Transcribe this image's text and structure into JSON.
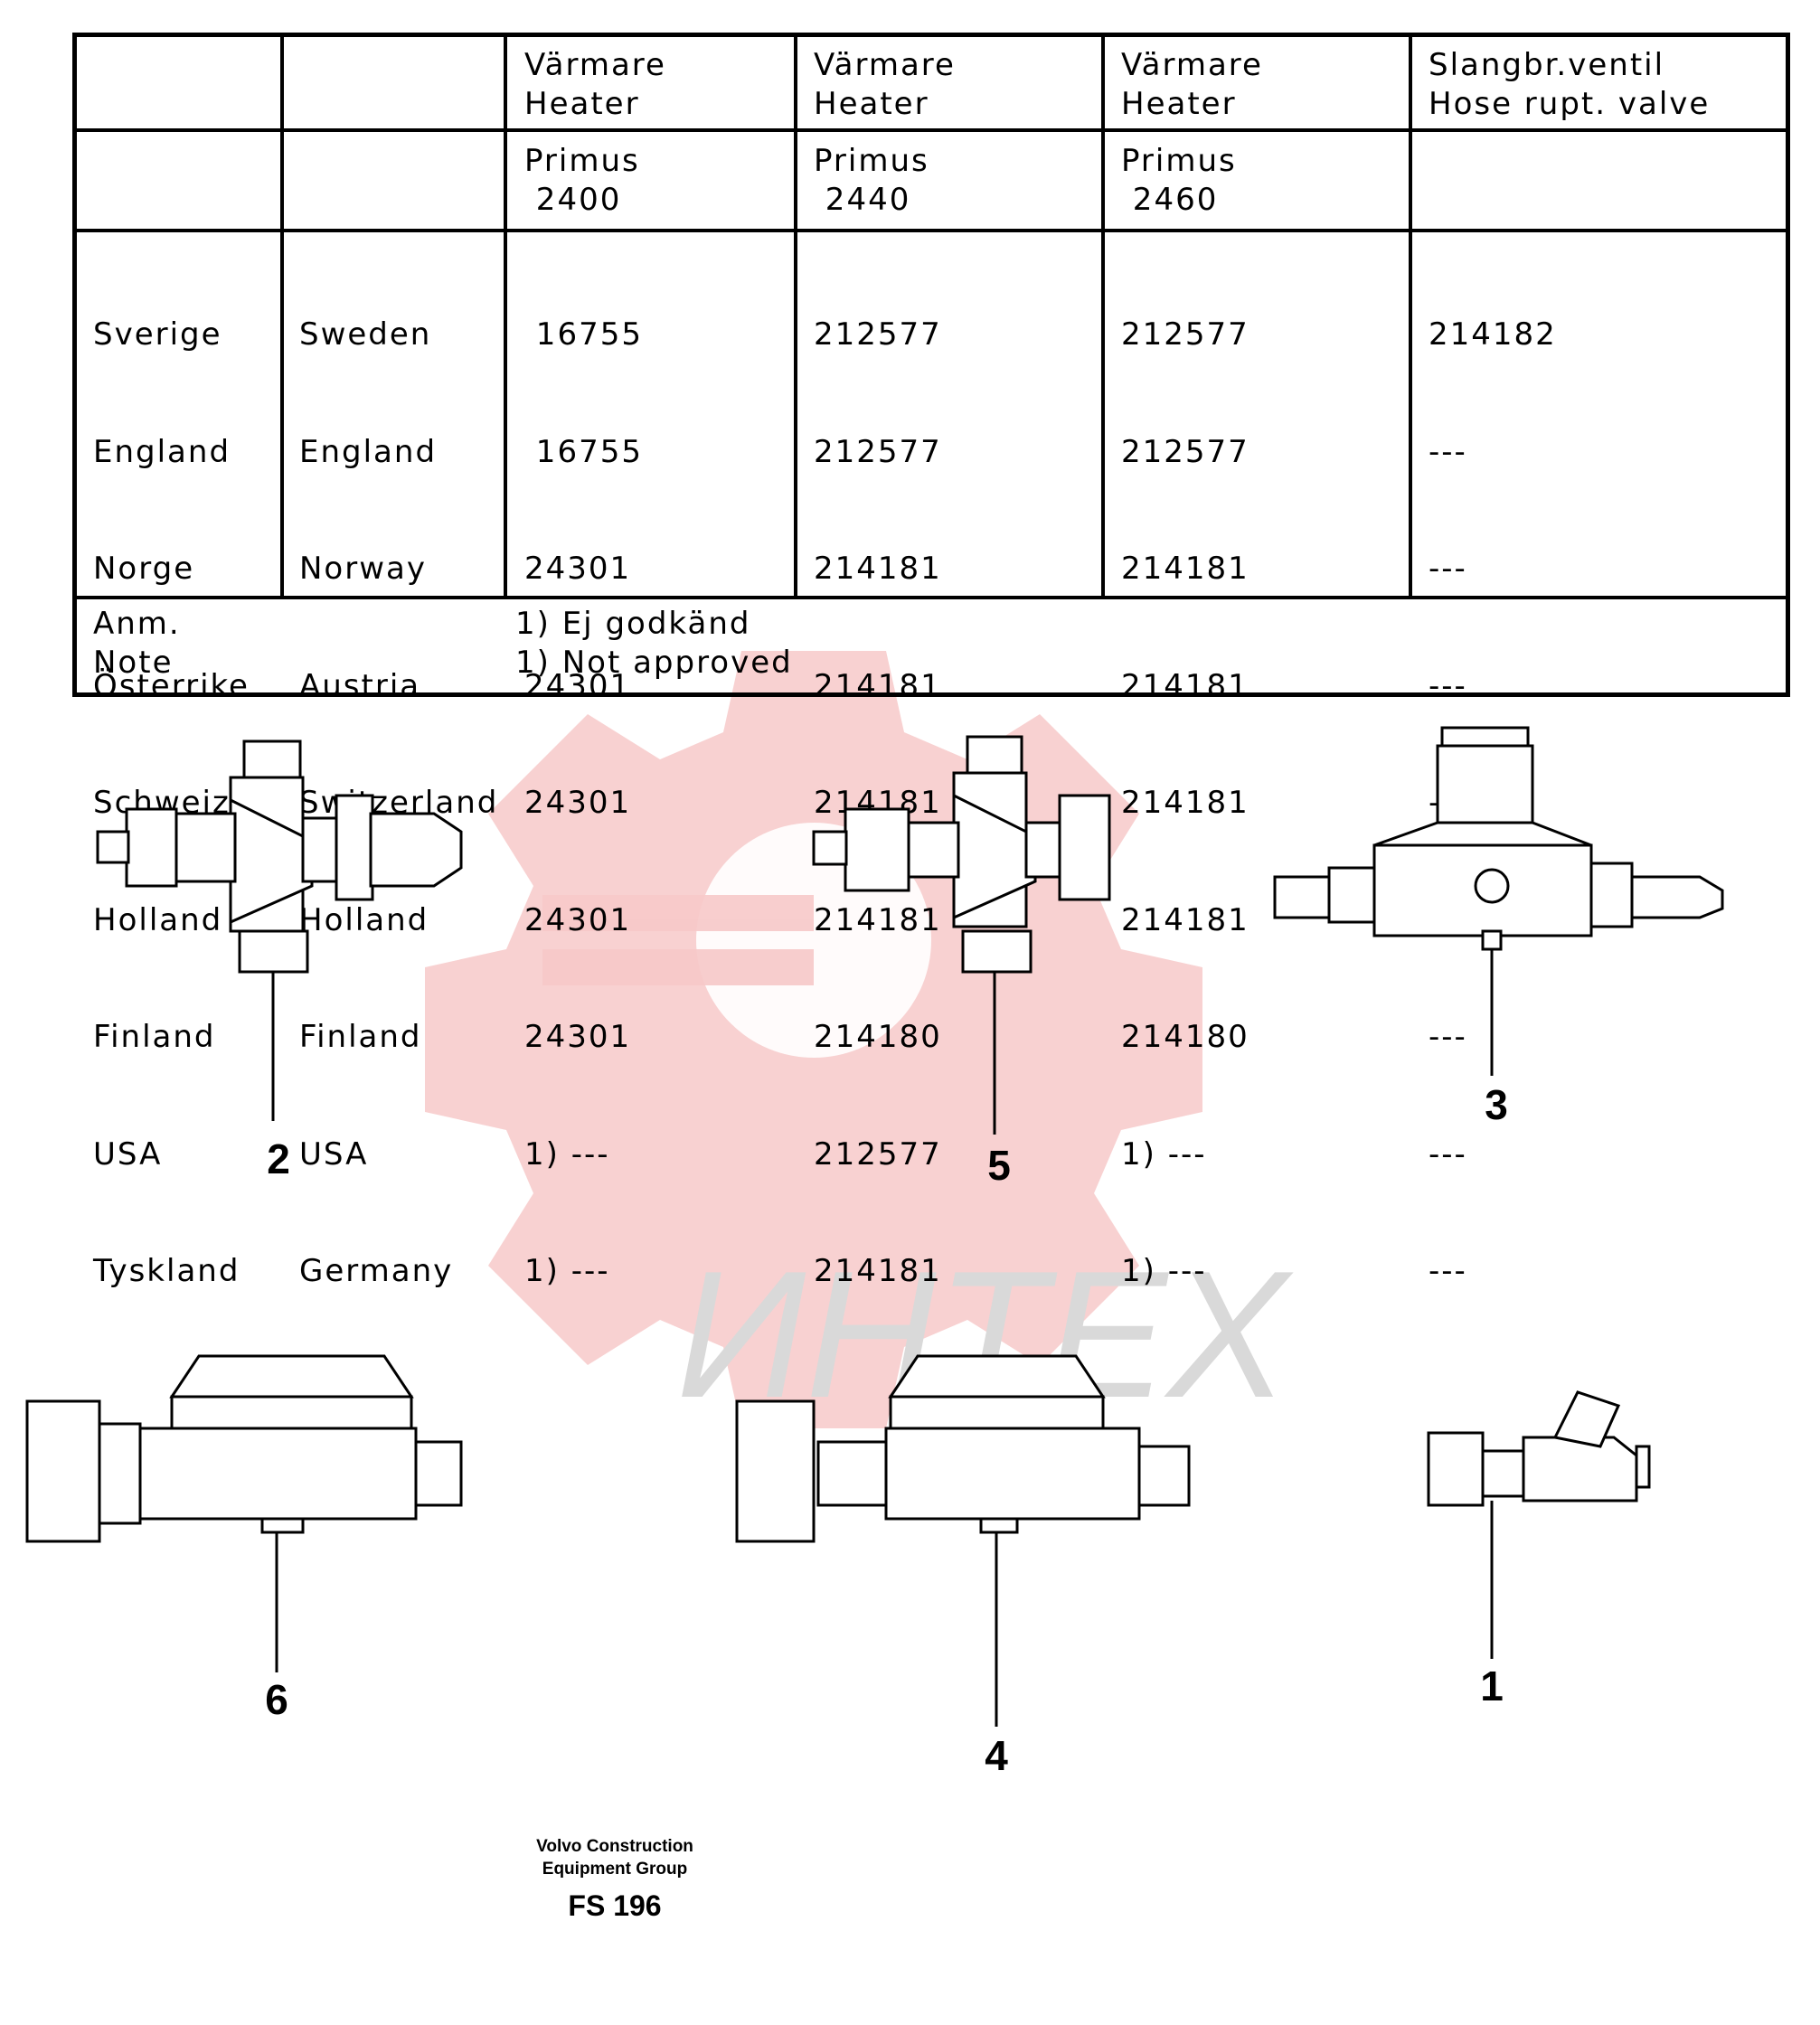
{
  "table": {
    "headers": [
      {
        "line1": "Värmare",
        "line2": "Heater"
      },
      {
        "line1": "Värmare",
        "line2": "Heater"
      },
      {
        "line1": "Värmare",
        "line2": "Heater"
      },
      {
        "line1": "Slangbr.ventil",
        "line2": "Hose rupt. valve"
      }
    ],
    "models": [
      {
        "line1": "Primus",
        "line2": " 2400"
      },
      {
        "line1": "Primus",
        "line2": " 2440"
      },
      {
        "line1": "Primus",
        "line2": " 2460"
      }
    ],
    "countries_local": [
      "Sverige",
      "England",
      "Norge",
      "Österrike",
      "Schweiz",
      "Holland",
      "Finland",
      "USA",
      "Tyskland"
    ],
    "countries_en": [
      "Sweden",
      "England",
      "Norway",
      "Austria",
      "Switzerland",
      "Holland",
      "Finland",
      "USA",
      "Germany"
    ],
    "primus_2400": [
      " 16755",
      " 16755",
      "24301",
      "24301",
      "24301",
      "24301",
      "24301",
      "1) ---",
      "1) ---"
    ],
    "primus_2440": [
      "212577",
      "212577",
      "214181",
      "214181",
      "214181",
      "214181",
      "214180",
      "212577",
      "214181"
    ],
    "primus_2460": [
      "212577",
      "212577",
      "214181",
      "214181",
      "214181",
      "214181",
      "214180",
      "1) ---",
      "1) ---"
    ],
    "hose_valve": [
      "214182",
      "---",
      "---",
      "---",
      "---",
      "---",
      "---",
      "---",
      "---"
    ],
    "note": {
      "label_sv": "Anm.",
      "label_en": "Note",
      "text_sv": "1) Ej godkänd",
      "text_en": "1) Not approved"
    }
  },
  "callouts": [
    "2",
    "5",
    "3",
    "6",
    "4",
    "1"
  ],
  "watermark_text": "ИНТЕХ",
  "footer": {
    "company_line1": "Volvo Construction",
    "company_line2": "Equipment Group",
    "code": "FS 196"
  }
}
